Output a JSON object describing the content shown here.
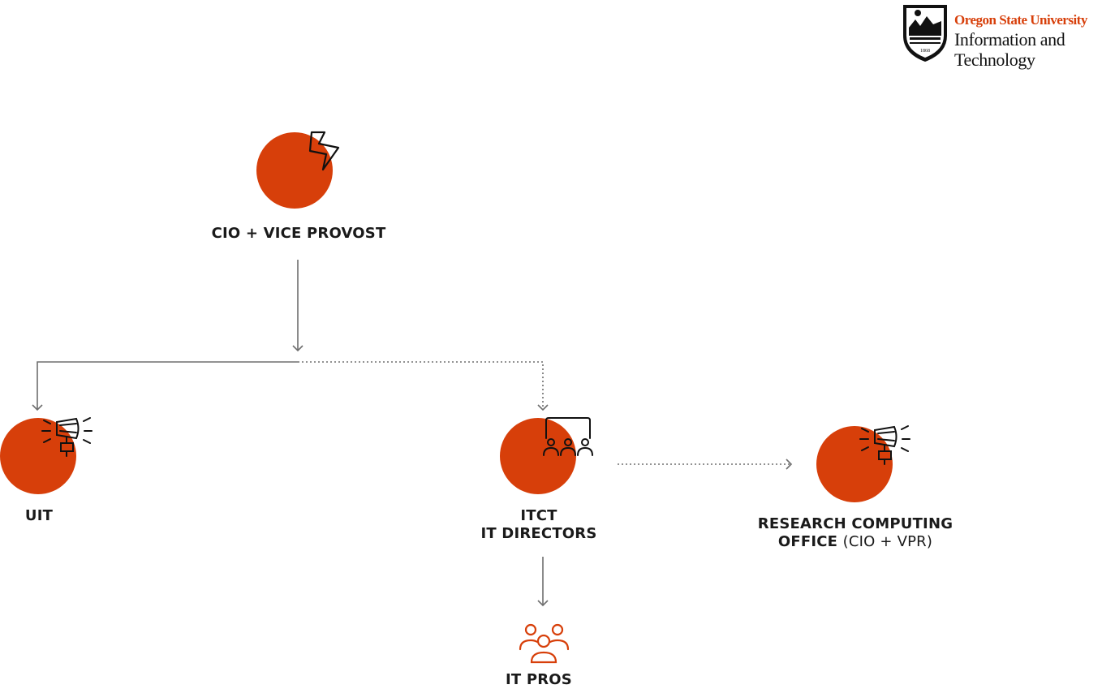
{
  "logo": {
    "university": "Oregon State University",
    "line1": "Information and",
    "line2": "Technology",
    "seal_year": "1868"
  },
  "colors": {
    "accent": "#d73f0a",
    "arrow": "#6e6e6e",
    "ink": "#111111"
  },
  "nodes": {
    "cio": {
      "label": "CIO + VICE PROVOST",
      "icon": "lightning-bolt-icon"
    },
    "uit": {
      "label": "UIT",
      "icon": "megaphone-icon"
    },
    "itct": {
      "line1": "ITCT",
      "line2": "IT DIRECTORS",
      "icon": "presentation-board-icon"
    },
    "rco": {
      "line1": "RESEARCH COMPUTING",
      "line2_bold": "OFFICE",
      "line2_light": "(CIO + VPR)",
      "icon": "megaphone-icon"
    },
    "pros": {
      "label": "IT PROS",
      "icon": "people-group-icon"
    }
  },
  "edges": [
    {
      "from": "cio",
      "to": "uit",
      "style": "solid"
    },
    {
      "from": "cio",
      "to": "itct",
      "style": "dotted"
    },
    {
      "from": "itct",
      "to": "rco",
      "style": "dotted"
    },
    {
      "from": "itct",
      "to": "pros",
      "style": "solid"
    }
  ]
}
